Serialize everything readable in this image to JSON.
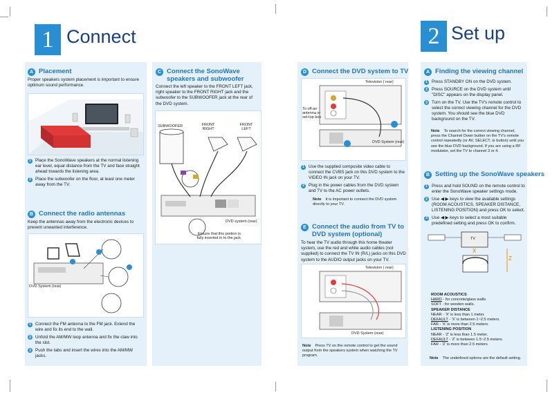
{
  "headers": {
    "left": {
      "number": "1",
      "title": "Connect"
    },
    "right": {
      "number": "2",
      "title": "Set up"
    }
  },
  "col1": {
    "placement": {
      "badge": "A",
      "title": "Placement",
      "intro": "Proper speakers system placement is important to ensure optimum sound performance.",
      "steps": [
        "Place the SonoWave speakers at the normal listening ear level, equal distance from the TV and face straight ahead towards the listening area.",
        "Place the subwoofer on the floor, at least one meter away from the TV."
      ]
    },
    "radio": {
      "badge": "B",
      "title": "Connect the radio antennas",
      "intro": "Keep the antennas away from the electronic devices to prevent unwanted interference.",
      "figure_label": "DVD System (rear)",
      "steps": [
        "Connect the FM antenna to the FM jack.  Extend the wire and fix its end to the wall.",
        "Unfold the AM/MW loop antenna and fix the claw into the slot.",
        "Push the tabs and insert the wires into the AM/MW jacks."
      ]
    }
  },
  "col2": {
    "speakers": {
      "badge": "C",
      "title": "Connect the SonoWave speakers and subwoofer",
      "intro": "Connect the left speaker to the FRONT LEFT jack, right speaker to the FRONT RIGHT jack and the subwoofer to the SUBWOOFER jack at the rear of the DVD system.",
      "labels": {
        "subwoofer": "SUBWOOFER",
        "front_right": "FRONT RIGHT",
        "front_left": "FRONT LEFT",
        "dvd": "DVD system (rear)",
        "ensure": "Ensure that this portion is fully inserted in to the jack."
      }
    }
  },
  "col3": {
    "dvd_tv": {
      "badge": "D",
      "title": "Connect the DVD system to TV",
      "labels": {
        "tv": "Television ( rear)",
        "antenna": "To off-air antenna or set-top box",
        "dvd": "DVD System (rear)"
      },
      "steps": [
        "Use the supplied composite video cable to connect the CVBS jack on this DVD system to the VIDEO IN jack on your TV.",
        "Plug in the power cables from the DVD system and TV to the AC power outlets."
      ],
      "note_label": "Note",
      "note": "It is important to connect the DVD system directly to your TV."
    },
    "audio": {
      "badge": "E",
      "title": "Connect the audio from TV to DVD system (optional)",
      "intro": "To hear the TV audio through this home theater system, use the red and white audio cables (not supplied) to connect the TV IN (R/L) jacks on this DVD system to the AUDIO output jacks on your TV.",
      "labels": {
        "tv": "Television ( rear)",
        "dvd": "DVD System (rear)"
      },
      "note_label": "Note",
      "note": "Press TV on the remote control to get the sound output from the speakers system when watching the TV program."
    }
  },
  "col4": {
    "viewing": {
      "badge": "A",
      "title": "Finding the viewing channel",
      "steps": [
        "Press STANDBY ON on the DVD system.",
        "Press SOURCE on the DVD system until \"DISC\" appears on the display panel.",
        "Turn on the TV.  Use the TV's remote control to select the correct viewing channel for the DVD system. You should see the blue DVD background on the TV."
      ],
      "note_label": "Note",
      "note": "To search for the correct viewing channel, press the Channel Down button on the TV's remote control repeatedly (or AV, SELECT, ⊖ button) until you see the blue DVD background. If you are using a RF modulator, set the TV to channel 3 or 4."
    },
    "setting": {
      "badge": "B",
      "title": "Setting up the SonoWave speakers",
      "steps": [
        "Press and hold SOUND on the remote control to enter the SonoWave speaker settings mode.",
        "Use ◀ ▶ keys to view the available settings (ROOM ACOUSTICS, SPEAKER DISTANCE, LISTENING POSITION) and press OK to select.",
        "Use ◀ ▶ keys to select a most suitable predefined setting and press OK to confirm."
      ],
      "diagram_labels": {
        "tv": "TV",
        "x": "X",
        "z": "Z"
      },
      "settings": [
        {
          "type": "h",
          "text": "ROOM ACOUSTICS"
        },
        {
          "type": "u",
          "key": "HARD",
          "text": " - for concrete/glass walls."
        },
        {
          "type": "p",
          "key": "SOFT",
          "text": " - for wooden walls."
        },
        {
          "type": "h",
          "text": "SPEAKER DISTANCE"
        },
        {
          "type": "p",
          "key": "NEAR",
          "text": " - 'X' is less than 1 meter."
        },
        {
          "type": "u",
          "key": "DEFAULT",
          "text": " - 'X' is between 1~2.5 meters."
        },
        {
          "type": "p",
          "key": "FAR",
          "text": " - 'X' is more than 2.5 meters."
        },
        {
          "type": "h",
          "text": "LISTENING POSITION"
        },
        {
          "type": "p",
          "key": "NEAR",
          "text": " - 'Z' is less than 1.5 meter."
        },
        {
          "type": "u",
          "key": "DEFAULT",
          "text": " - 'Z' is between 1.5~2.5 meters."
        },
        {
          "type": "p",
          "key": "FAR",
          "text": " - 'Z' is more than 2.5 meters."
        }
      ],
      "note_label": "Note",
      "note": "The underlined options are the default setting."
    }
  },
  "colors": {
    "accent": "#2a8fd2",
    "panel": "#e4f1fb",
    "title": "#2474bf"
  }
}
